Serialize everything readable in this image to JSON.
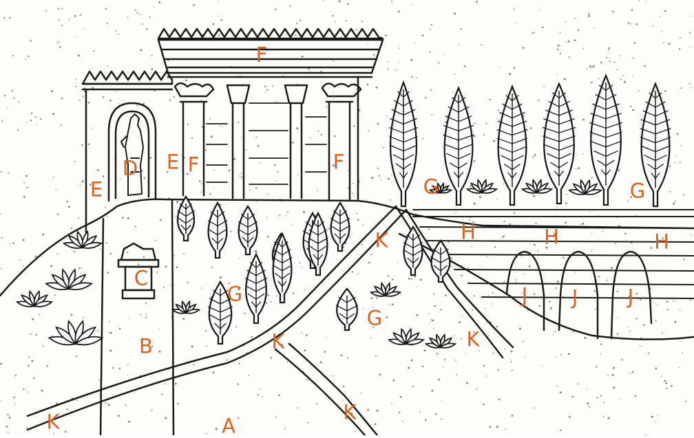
{
  "label_color": "#d9621e",
  "ink_color": "#1a1a1a",
  "labels": [
    {
      "id": "A",
      "text": "A"
    },
    {
      "id": "B",
      "text": "B"
    },
    {
      "id": "C",
      "text": "C"
    },
    {
      "id": "D",
      "text": "D"
    },
    {
      "id": "E1",
      "text": "E"
    },
    {
      "id": "E2",
      "text": "E"
    },
    {
      "id": "F1",
      "text": "F"
    },
    {
      "id": "F2",
      "text": "F"
    },
    {
      "id": "F3",
      "text": "F"
    },
    {
      "id": "G1",
      "text": "G"
    },
    {
      "id": "G2",
      "text": "G"
    },
    {
      "id": "G3",
      "text": "G"
    },
    {
      "id": "G4",
      "text": "G"
    },
    {
      "id": "H1",
      "text": "H"
    },
    {
      "id": "H2",
      "text": "H"
    },
    {
      "id": "H3",
      "text": "H"
    },
    {
      "id": "J1",
      "text": "J"
    },
    {
      "id": "J2",
      "text": "J"
    },
    {
      "id": "J3",
      "text": "J"
    },
    {
      "id": "K1",
      "text": "K"
    },
    {
      "id": "K2",
      "text": "K"
    },
    {
      "id": "K3",
      "text": "K"
    },
    {
      "id": "K4",
      "text": "K"
    },
    {
      "id": "K5",
      "text": "K"
    }
  ]
}
